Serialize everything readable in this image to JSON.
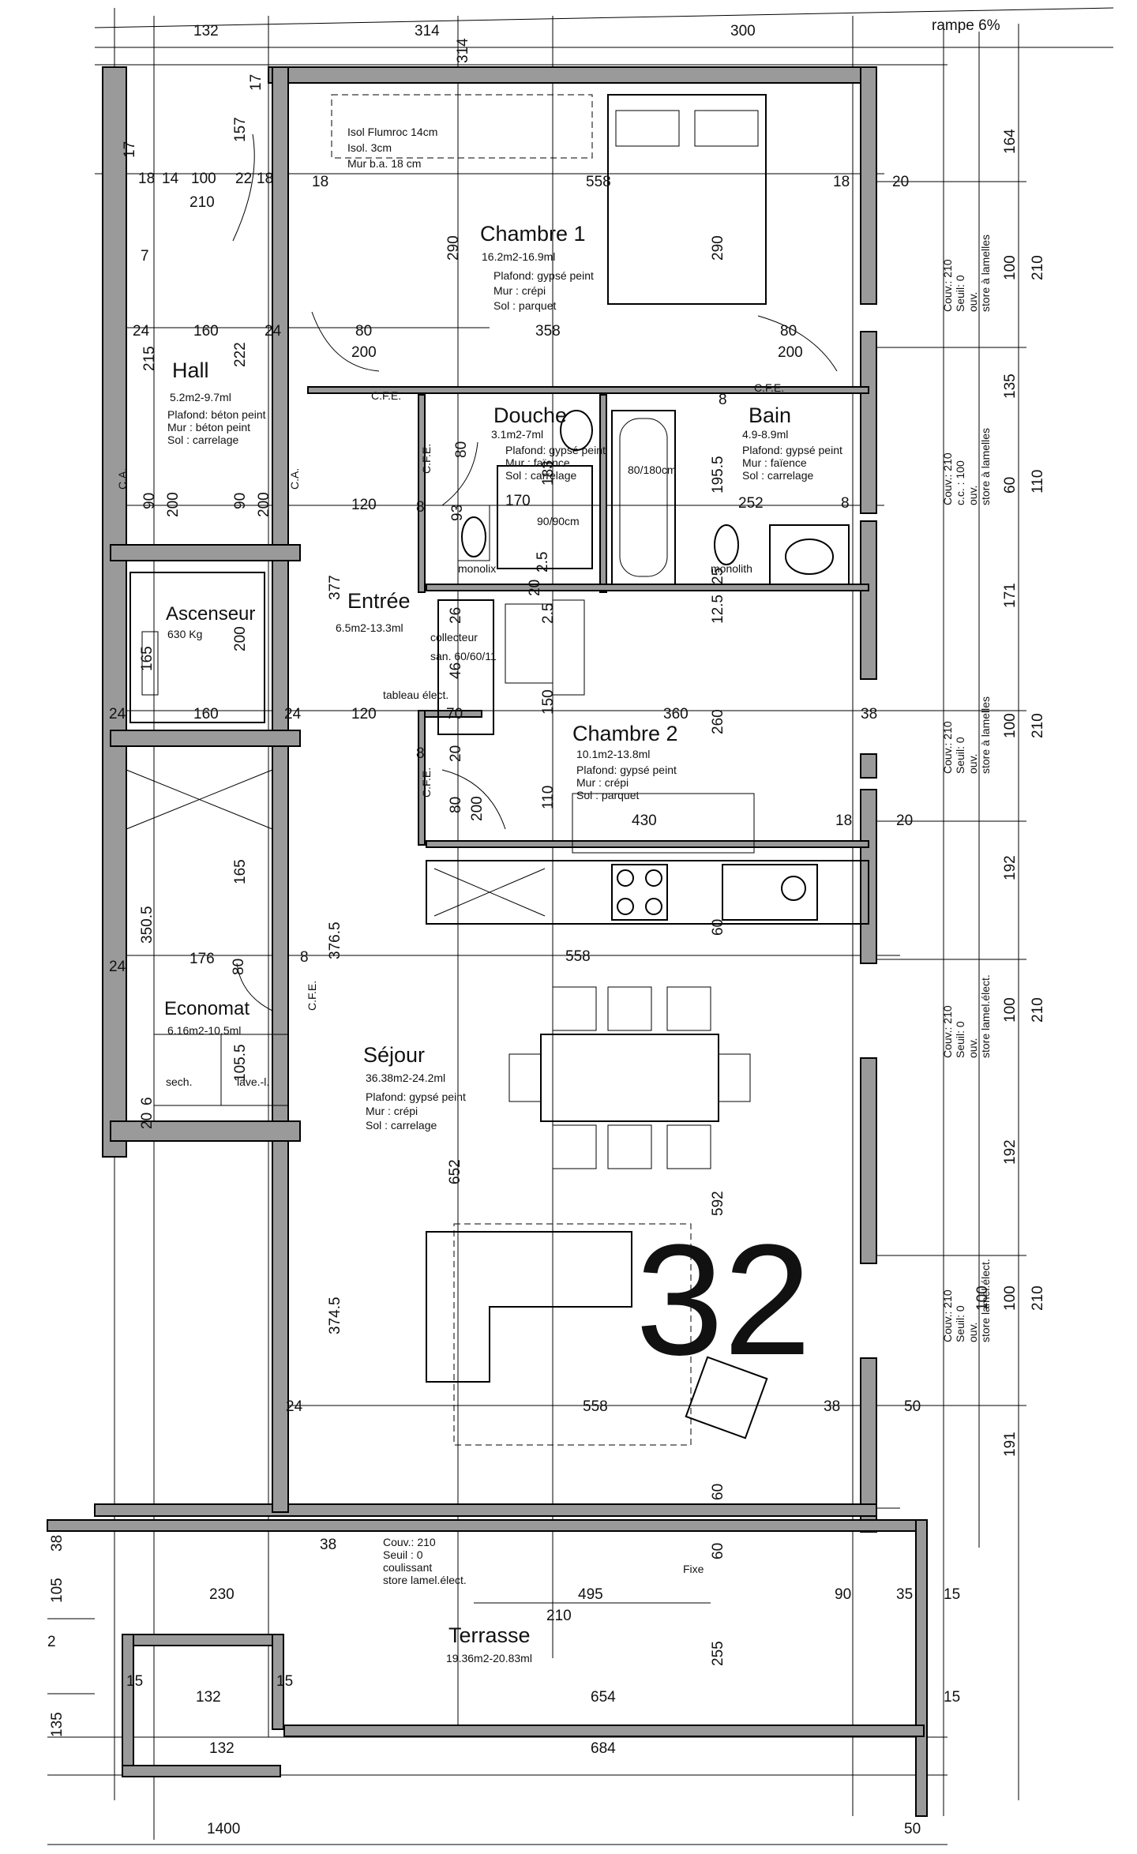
{
  "unit_number": "32",
  "ramp_label": "rampe 6%",
  "wall_note": [
    "Isol Flumroc 14cm",
    "Isol. 3cm",
    "Mur b.a. 18 cm"
  ],
  "rooms": [
    {
      "id": "chambre1",
      "name": "Chambre 1",
      "area": "16.2m2-16.9ml",
      "lines": [
        "Plafond: gypsé peint",
        "Mur     : crépi",
        "Sol      : parquet"
      ]
    },
    {
      "id": "hall",
      "name": "Hall",
      "area": "5.2m2-9.7ml",
      "lines": [
        "Plafond: béton peint",
        "Mur     : béton peint",
        "Sol      : carrelage"
      ]
    },
    {
      "id": "douche",
      "name": "Douche",
      "area": "3.1m2-7ml",
      "lines": [
        "Plafond: gypsé peint",
        "Mur     : faïence",
        "Sol      : carrelage"
      ]
    },
    {
      "id": "bain",
      "name": "Bain",
      "area": "4.9-8.9ml",
      "lines": [
        "Plafond: gypsé peint",
        "Mur     : faïence",
        "Sol      : carrelage"
      ]
    },
    {
      "id": "ascenseur",
      "name": "Ascenseur",
      "area": "630 Kg",
      "lines": []
    },
    {
      "id": "entree",
      "name": "Entrée",
      "area": "6.5m2-13.3ml",
      "lines": []
    },
    {
      "id": "chambre2",
      "name": "Chambre 2",
      "area": "10.1m2-13.8ml",
      "lines": [
        "Plafond: gypsé peint",
        "Mur     : crépi",
        "Sol      : parquet"
      ]
    },
    {
      "id": "economat",
      "name": "Economat",
      "area": "6.16m2-10.5ml",
      "lines": []
    },
    {
      "id": "sejour",
      "name": "Séjour",
      "area": "36.38m2-24.2ml",
      "lines": [
        "Plafond: gypsé peint",
        "Mur     : crépi",
        "Sol      : carrelage"
      ]
    },
    {
      "id": "terrasse",
      "name": "Terrasse",
      "area": "19.36m2-20.83ml",
      "lines": []
    }
  ],
  "fixtures": {
    "bath": "80/180cm",
    "shower": "90/90cm",
    "wc1": "monolix",
    "wc2": "monolith",
    "collecteur": [
      "collecteur",
      "san. 60/60/11"
    ],
    "tableau": "tableau élect.",
    "machines": [
      "sech.",
      "lave.-l."
    ],
    "cfe": "C.F.E.",
    "ca": "C.A.",
    "fixe": "Fixe"
  },
  "window_notes": [
    [
      "Couv.: 210",
      "Seuil: 0",
      "ouv.",
      "store à lamelles"
    ],
    [
      "Couv.: 210",
      "c.c. : 100",
      "ouv.",
      "store à lamelles"
    ],
    [
      "Couv.: 210",
      "Seuil: 0",
      "ouv.",
      "store à lamelles"
    ],
    [
      "Couv.: 210",
      "Seuil: 0",
      "ouv.",
      "store lamel.élect."
    ],
    [
      "Couv.: 210",
      "Seuil: 0",
      "ouv.",
      "store lamel.élect."
    ]
  ],
  "terrace_note": [
    "Couv.: 210",
    "Seuil : 0",
    "coulissant",
    "store lamel.élect."
  ],
  "dims": {
    "top": [
      "132",
      "314",
      "300"
    ],
    "top_left": [
      "314"
    ],
    "right_col": [
      "164",
      "210",
      "135",
      "110",
      "171",
      "210",
      "192",
      "210",
      "192",
      "210",
      "191"
    ],
    "right_inner": [
      "100",
      "60",
      "100",
      "100",
      "100",
      "100"
    ],
    "chambre1": [
      "558",
      "290",
      "290",
      "358",
      "80",
      "200",
      "80",
      "200",
      "18",
      "18",
      "20"
    ],
    "hall": [
      "18",
      "14",
      "100",
      "22",
      "18",
      "210",
      "17",
      "157",
      "215",
      "222",
      "24",
      "160",
      "24",
      "90",
      "200",
      "90",
      "200",
      "120",
      "17",
      "7"
    ],
    "douche": [
      "80",
      "170",
      "183",
      "93",
      "2.5",
      "8",
      "20",
      "8"
    ],
    "bain": [
      "195.5",
      "252",
      "8",
      "12.5",
      "25"
    ],
    "entree": [
      "377",
      "120",
      "26",
      "46",
      "70",
      "150",
      "2.5"
    ],
    "asc": [
      "200",
      "165",
      "160",
      "24",
      "24"
    ],
    "chambre2": [
      "360",
      "260",
      "110",
      "430",
      "80",
      "200",
      "38",
      "18",
      "20",
      "20",
      "8"
    ],
    "economat": [
      "165",
      "350.5",
      "176",
      "80",
      "8",
      "376.5",
      "105.5",
      "6",
      "20",
      "24"
    ],
    "sejour": [
      "558",
      "60",
      "652",
      "592",
      "374.5",
      "558",
      "38",
      "50",
      "24",
      "60"
    ],
    "terrasse": [
      "38",
      "105",
      "230",
      "495",
      "210",
      "90",
      "35",
      "15",
      "255",
      "2",
      "15",
      "132",
      "15",
      "654",
      "135",
      "132",
      "684",
      "15",
      "1400",
      "50",
      "38",
      "60"
    ]
  }
}
